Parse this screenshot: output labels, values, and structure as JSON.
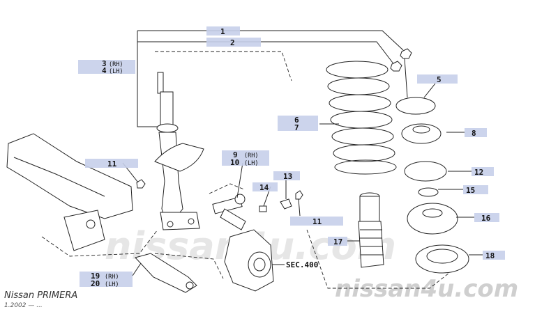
{
  "labels": {
    "l1": {
      "num": "1"
    },
    "l2": {
      "num": "2"
    },
    "l3": {
      "num": "3",
      "side": "(RH)"
    },
    "l4": {
      "num": "4",
      "side": "(LH)"
    },
    "l5": {
      "num": "5"
    },
    "l6": {
      "num": "6"
    },
    "l7": {
      "num": "7"
    },
    "l8": {
      "num": "8"
    },
    "l9": {
      "num": "9",
      "side": "(RH)"
    },
    "l10": {
      "num": "10",
      "side": "(LH)"
    },
    "l11a": {
      "num": "11"
    },
    "l11b": {
      "num": "11"
    },
    "l12": {
      "num": "12"
    },
    "l13": {
      "num": "13"
    },
    "l14": {
      "num": "14"
    },
    "l15": {
      "num": "15"
    },
    "l16": {
      "num": "16"
    },
    "l17": {
      "num": "17"
    },
    "l18": {
      "num": "18"
    },
    "l19": {
      "num": "19",
      "side": "(RH)"
    },
    "l20": {
      "num": "20",
      "side": "(LH)"
    }
  },
  "section_ref": "SEC.400",
  "footer": {
    "model": "Nissan PRIMERA",
    "date": "1.2002 — ..."
  },
  "watermark": "nissan4u.com",
  "colors": {
    "tag": "#c7cfea",
    "line": "#222222",
    "watermark": "#d9d9d9"
  }
}
